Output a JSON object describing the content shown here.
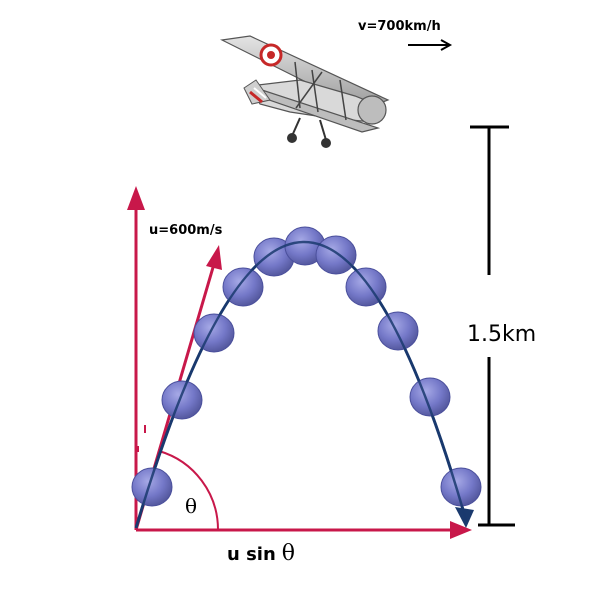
{
  "labels": {
    "velocity": "u=600m/s",
    "plane_speed": "v=700km/h",
    "height": "1.5km",
    "horizontal_prefix": "u sin",
    "theta": "θ",
    "angle": "θ"
  },
  "colors": {
    "axis": "#c8184a",
    "trajectory": "#1a3a6e",
    "ball": "#6f74c4",
    "ball_edge": "#4a4f9c",
    "scale_bar": "#000000"
  },
  "icons": {
    "aircraft": "biplane-icon"
  }
}
